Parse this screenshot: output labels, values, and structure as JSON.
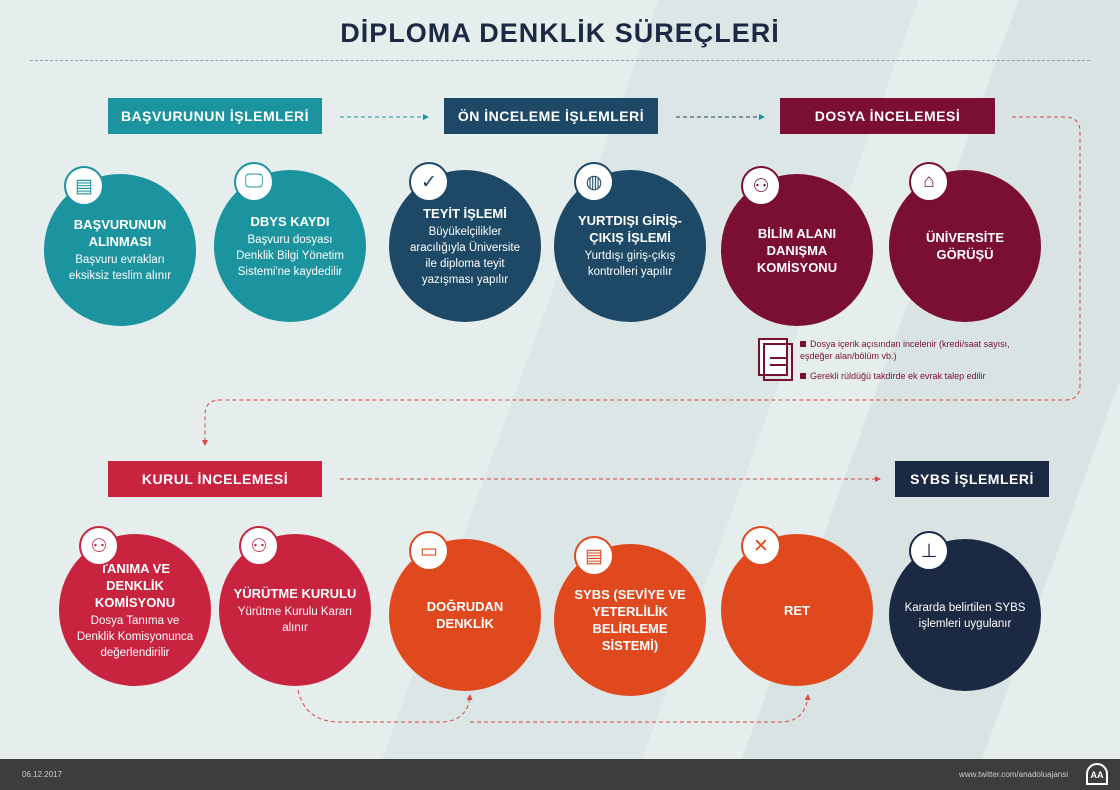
{
  "title": "DİPLOMA DENKLİK SÜREÇLERİ",
  "colors": {
    "teal": "#1b94a0",
    "blue": "#1d4866",
    "maroon": "#7a0f32",
    "red": "#c8243f",
    "orange": "#e0491e",
    "navy": "#1b2943"
  },
  "sections": [
    {
      "label": "BAŞVURUNUN İŞLEMLERİ"
    },
    {
      "label": "ÖN İNCELEME İŞLEMLERİ"
    },
    {
      "label": "DOSYA İNCELEMESİ"
    },
    {
      "label": "KURUL İNCELEMESİ"
    },
    {
      "label": "SYBS İŞLEMLERİ"
    }
  ],
  "steps": [
    {
      "title": "BAŞVURUNUN ALINMASI",
      "desc": "Başvuru evrakları eksiksiz teslim alınır",
      "icon": "document-icon"
    },
    {
      "title": "DBYS KAYDI",
      "desc": "Başvuru dosyası Denklik Bilgi Yönetim Sistemi'ne kaydedilir",
      "icon": "monitor-icon"
    },
    {
      "title": "TEYİT İŞLEMİ",
      "desc": "Büyükelçilikler aracılığıyla Üniversite ile diploma teyit yazışması yapılır",
      "icon": "verified-document-icon"
    },
    {
      "title": "YURTDIŞI GİRİŞ-ÇIKIŞ İŞLEMİ",
      "desc": "Yurtdışı giriş-çıkış kontrolleri yapılır",
      "icon": "passport-icon"
    },
    {
      "title": "BİLİM ALANI DANIŞMA KOMİSYONU",
      "desc": "",
      "icon": "people-icon"
    },
    {
      "title": "ÜNİVERSİTE GÖRÜŞÜ",
      "desc": "",
      "icon": "university-icon"
    },
    {
      "title": "TANIMA VE DENKLİK KOMİSYONU",
      "desc": "Dosya Tanıma ve Denklik Komisyonunca değerlendirilir",
      "icon": "people-icon"
    },
    {
      "title": "YÜRÜTME KURULU",
      "desc": "Yürütme Kurulu Kararı alınır",
      "icon": "people-icon"
    },
    {
      "title": "DOĞRUDAN DENKLİK",
      "desc": "",
      "icon": "certificate-icon"
    },
    {
      "title": "SYBS (SEVİYE VE YETERLİLİK BELİRLEME SİSTEMİ)",
      "desc": "",
      "icon": "document-icon"
    },
    {
      "title": "RET",
      "desc": "",
      "icon": "rejected-document-icon"
    },
    {
      "title": "",
      "desc": "Kararda belirtilen SYBS işlemleri uygulanır",
      "icon": "stamp-icon"
    }
  ],
  "notes": [
    "Dosya içerik açısından incelenir (kredi/saat sayısı, eşdeğer alan/bölüm vb.)",
    "Gerekli rüldüğü takdirde ek evrak talep edilir"
  ],
  "footer": {
    "date": "06.12.2017",
    "url": "www.twitter.com/anadoluajansi",
    "logo": "AA"
  }
}
